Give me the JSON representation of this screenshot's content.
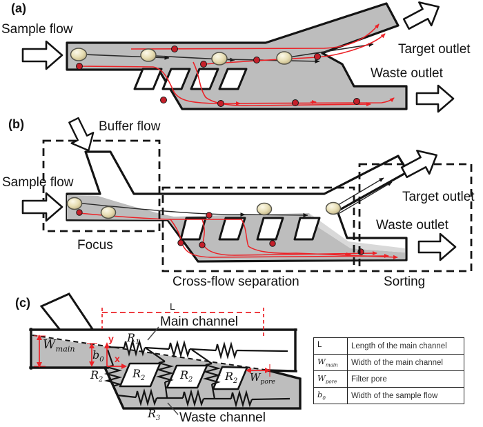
{
  "colors": {
    "channel_gray": "#bdbdbd",
    "light_gray": "#d9d9d9",
    "stream_red": "#ec2227",
    "dot_red": "#c5202a",
    "outline_black": "#141414",
    "particle_beige": "#e6ddb3"
  },
  "panel_a": {
    "tag": "(a)",
    "sample_flow": "Sample flow",
    "target_outlet": "Target outlet",
    "waste_outlet": "Waste outlet"
  },
  "panel_b": {
    "tag": "(b)",
    "buffer_flow": "Buffer flow",
    "sample_flow": "Sample flow",
    "focus": "Focus",
    "cross_flow": "Cross-flow separation",
    "sorting": "Sorting",
    "target_outlet": "Target outlet",
    "waste_outlet": "Waste outlet"
  },
  "panel_c": {
    "tag": "(c)",
    "dim_length": "L",
    "main_channel": "Main channel",
    "waste_channel": "Waste channel",
    "axis_x": "x",
    "axis_y": "y",
    "w_main": {
      "base": "W",
      "sub": "main"
    },
    "b0": {
      "base": "b",
      "sub": "0"
    },
    "w_pore": {
      "base": "W",
      "sub": "pore"
    },
    "r1": {
      "base": "R",
      "sub": "1"
    },
    "r2": {
      "base": "R",
      "sub": "2"
    },
    "r3": {
      "base": "R",
      "sub": "3"
    }
  },
  "table": {
    "rows": [
      {
        "sym_base": "L",
        "sym_sub": "",
        "desc": "Length of the main channel"
      },
      {
        "sym_base": "W",
        "sym_sub": "main",
        "desc": "Width of the main channel"
      },
      {
        "sym_base": "W",
        "sym_sub": "pore",
        "desc": "Filter pore"
      },
      {
        "sym_base": "b",
        "sym_sub": "0",
        "desc": "Width of the sample flow"
      }
    ]
  }
}
